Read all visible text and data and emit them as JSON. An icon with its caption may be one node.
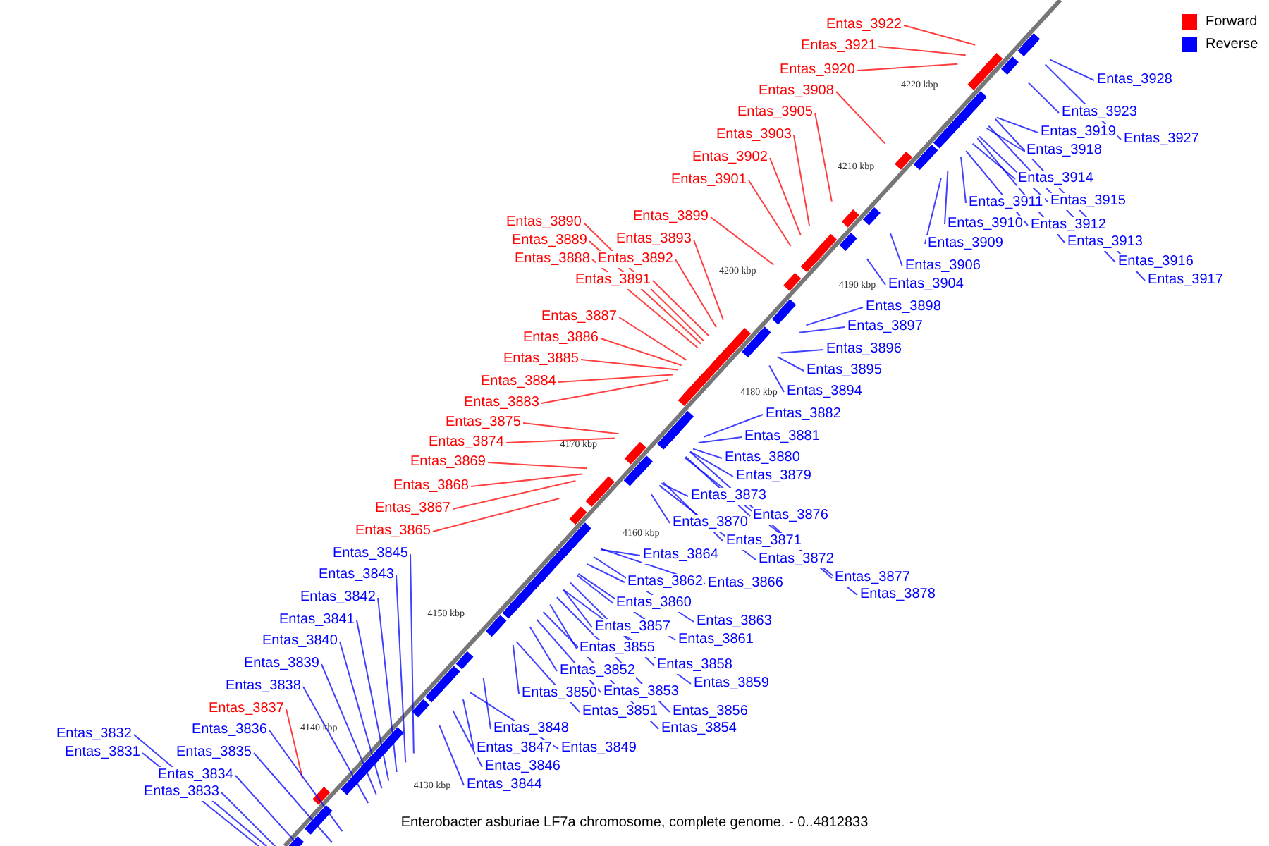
{
  "diagram": {
    "caption": "Enterobacter asburiae LF7a chromosome, complete genome. - 0..4812833",
    "nodes": [
      {
        "text": [
          "Entas_3922"
        ]
      },
      {
        "text": [
          "Entas_3921"
        ]
      },
      {
        "text": [
          "Entas_3920"
        ]
      },
      {
        "text": [
          "Entas_3908"
        ]
      },
      {
        "text": [
          "Entas_3905"
        ]
      },
      {
        "text": [
          "Entas_3903"
        ]
      },
      {
        "text": [
          "Entas_3902"
        ]
      },
      {
        "text": [
          "Entas_3901"
        ]
      },
      {
        "text": [
          "Entas_3899"
        ]
      },
      {
        "text": [
          "Entas_3893"
        ]
      },
      {
        "text": [
          "Entas_3892"
        ]
      },
      {
        "text": [
          "Entas_3891"
        ]
      },
      {
        "text": [
          "Entas_3890"
        ]
      },
      {
        "text": [
          "Entas_3889"
        ]
      },
      {
        "text": [
          "Entas_3888"
        ]
      },
      {
        "text": [
          "Entas_3887"
        ]
      },
      {
        "text": [
          "Entas_3886"
        ]
      },
      {
        "text": [
          "Entas_3885"
        ]
      },
      {
        "text": [
          "Entas_3884"
        ]
      },
      {
        "text": [
          "Entas_3883"
        ]
      },
      {
        "text": [
          "Entas_3875"
        ]
      },
      {
        "text": [
          "Entas_3874"
        ]
      },
      {
        "text": [
          "Entas_3869"
        ]
      },
      {
        "text": [
          "Entas_3868"
        ]
      },
      {
        "text": [
          "Entas_3867"
        ]
      },
      {
        "text": [
          "Entas_3865"
        ]
      },
      {
        "text": [
          "Entas_3837"
        ]
      },
      {
        "text": [
          "Entas_3928"
        ]
      },
      {
        "text": [
          "Entas_3923"
        ]
      },
      {
        "text": [
          "Entas_3919"
        ]
      },
      {
        "text": [
          "Entas_3927"
        ]
      },
      {
        "text": [
          "Entas_3918"
        ]
      },
      {
        "text": [
          "Entas_3914"
        ]
      },
      {
        "text": [
          "Entas_3915"
        ]
      },
      {
        "text": [
          "Entas_3911"
        ]
      },
      {
        "text": [
          "Entas_3912"
        ]
      },
      {
        "text": [
          "Entas_3910"
        ]
      },
      {
        "text": [
          "Entas_3909"
        ]
      },
      {
        "text": [
          "Entas_3913"
        ]
      },
      {
        "text": [
          "Entas_3916"
        ]
      },
      {
        "text": [
          "Entas_3917"
        ]
      },
      {
        "text": [
          "Entas_3906"
        ]
      },
      {
        "text": [
          "Entas_3904"
        ]
      },
      {
        "text": [
          "Entas_3898"
        ]
      },
      {
        "text": [
          "Entas_3897"
        ]
      },
      {
        "text": [
          "Entas_3896"
        ]
      },
      {
        "text": [
          "Entas_3895"
        ]
      },
      {
        "text": [
          "Entas_3894"
        ]
      },
      {
        "text": [
          "Entas_3882"
        ]
      },
      {
        "text": [
          "Entas_3881"
        ]
      },
      {
        "text": [
          "Entas_3880"
        ]
      },
      {
        "text": [
          "Entas_3879"
        ]
      },
      {
        "text": [
          "Entas_3876"
        ]
      },
      {
        "text": [
          "Entas_3873"
        ]
      },
      {
        "text": [
          "Entas_3870"
        ]
      },
      {
        "text": [
          "Entas_3871"
        ]
      },
      {
        "text": [
          "Entas_3872"
        ]
      },
      {
        "text": [
          "Entas_3877"
        ]
      },
      {
        "text": [
          "Entas_3878"
        ]
      },
      {
        "text": [
          "Entas_3864"
        ]
      },
      {
        "text": [
          "Entas_3866"
        ]
      },
      {
        "text": [
          "Entas_3862"
        ]
      },
      {
        "text": [
          "Entas_3860"
        ]
      },
      {
        "text": [
          "Entas_3863"
        ]
      },
      {
        "text": [
          "Entas_3861"
        ]
      },
      {
        "text": [
          "Entas_3857"
        ]
      },
      {
        "text": [
          "Entas_3855"
        ]
      },
      {
        "text": [
          "Entas_3858"
        ]
      },
      {
        "text": [
          "Entas_3859"
        ]
      },
      {
        "text": [
          "Entas_3852"
        ]
      },
      {
        "text": [
          "Entas_3853"
        ]
      },
      {
        "text": [
          "Entas_3850"
        ]
      },
      {
        "text": [
          "Entas_3856"
        ]
      },
      {
        "text": [
          "Entas_3851"
        ]
      },
      {
        "text": [
          "Entas_3854"
        ]
      },
      {
        "text": [
          "Entas_3848"
        ]
      },
      {
        "text": [
          "Entas_3847"
        ]
      },
      {
        "text": [
          "Entas_3849"
        ]
      },
      {
        "text": [
          "Entas_3846"
        ]
      },
      {
        "text": [
          "Entas_3844"
        ]
      },
      {
        "text": [
          "Entas_3845"
        ]
      },
      {
        "text": [
          "Entas_3843"
        ]
      },
      {
        "text": [
          "Entas_3842"
        ]
      },
      {
        "text": [
          "Entas_3841"
        ]
      },
      {
        "text": [
          "Entas_3840"
        ]
      },
      {
        "text": [
          "Entas_3839"
        ]
      },
      {
        "text": [
          "Entas_3838"
        ]
      },
      {
        "text": [
          "Entas_3836"
        ]
      },
      {
        "text": [
          "Entas_3835"
        ]
      },
      {
        "text": [
          "Entas_3834"
        ]
      },
      {
        "text": [
          "Entas_3833"
        ]
      },
      {
        "text": [
          "Entas_3832"
        ]
      },
      {
        "text": [
          "Entas_3831"
        ]
      }
    ],
    "edges": [
      {
        "from": 0,
        "to": null,
        "arrow": "none",
        "color": "#ff0000"
      },
      {
        "from": 1,
        "to": null,
        "arrow": "none",
        "color": "#ff0000"
      },
      {
        "from": 2,
        "to": null,
        "arrow": "none",
        "color": "#ff0000"
      },
      {
        "from": 3,
        "to": null,
        "arrow": "none",
        "color": "#ff0000"
      },
      {
        "from": 4,
        "to": null,
        "arrow": "none",
        "color": "#ff0000"
      },
      {
        "from": 5,
        "to": null,
        "arrow": "none",
        "color": "#ff0000"
      },
      {
        "from": 6,
        "to": null,
        "arrow": "none",
        "color": "#ff0000"
      },
      {
        "from": 7,
        "to": null,
        "arrow": "none",
        "color": "#ff0000"
      },
      {
        "from": 8,
        "to": null,
        "arrow": "none",
        "color": "#ff0000"
      },
      {
        "from": 9,
        "to": null,
        "arrow": "none",
        "color": "#ff0000"
      },
      {
        "from": 10,
        "to": null,
        "arrow": "none",
        "color": "#ff0000"
      },
      {
        "from": 11,
        "to": null,
        "arrow": "none",
        "color": "#ff0000"
      },
      {
        "from": 12,
        "to": null,
        "arrow": "none",
        "color": "#ff0000"
      },
      {
        "from": 13,
        "to": null,
        "arrow": "none",
        "color": "#ff0000"
      },
      {
        "from": 14,
        "to": null,
        "arrow": "none",
        "color": "#ff0000"
      },
      {
        "from": 15,
        "to": null,
        "arrow": "none",
        "color": "#ff0000"
      },
      {
        "from": 16,
        "to": null,
        "arrow": "none",
        "color": "#ff0000"
      },
      {
        "from": 17,
        "to": null,
        "arrow": "none",
        "color": "#ff0000"
      },
      {
        "from": 18,
        "to": null,
        "arrow": "none",
        "color": "#ff0000"
      },
      {
        "from": 19,
        "to": null,
        "arrow": "none",
        "color": "#ff0000"
      },
      {
        "from": 20,
        "to": null,
        "arrow": "none",
        "color": "#ff0000"
      },
      {
        "from": 21,
        "to": null,
        "arrow": "none",
        "color": "#ff0000"
      },
      {
        "from": 22,
        "to": null,
        "arrow": "none",
        "color": "#ff0000"
      },
      {
        "from": 23,
        "to": null,
        "arrow": "none",
        "color": "#ff0000"
      },
      {
        "from": 24,
        "to": null,
        "arrow": "none",
        "color": "#ff0000"
      },
      {
        "from": 25,
        "to": null,
        "arrow": "none",
        "color": "#ff0000"
      },
      {
        "from": 26,
        "to": null,
        "arrow": "none",
        "color": "#ff0000"
      },
      {
        "from": 27,
        "to": null,
        "arrow": "none"
      },
      {
        "from": 28,
        "to": null,
        "arrow": "none"
      },
      {
        "from": 29,
        "to": null,
        "arrow": "none"
      },
      {
        "from": 30,
        "to": null,
        "arrow": "none"
      },
      {
        "from": 31,
        "to": null,
        "arrow": "none"
      },
      {
        "from": 32,
        "to": null,
        "arrow": "none"
      },
      {
        "from": 33,
        "to": null,
        "arrow": "none"
      },
      {
        "from": 34,
        "to": null,
        "arrow": "none"
      },
      {
        "from": 35,
        "to": null,
        "arrow": "none"
      },
      {
        "from": 36,
        "to": null,
        "arrow": "none"
      },
      {
        "from": 37,
        "to": null,
        "arrow": "none"
      },
      {
        "from": 38,
        "to": null,
        "arrow": "none"
      },
      {
        "from": 39,
        "to": null,
        "arrow": "none"
      },
      {
        "from": 40,
        "to": null,
        "arrow": "none"
      },
      {
        "from": 41,
        "to": null,
        "arrow": "none"
      },
      {
        "from": 42,
        "to": null,
        "arrow": "none"
      },
      {
        "from": 43,
        "to": null,
        "arrow": "none"
      },
      {
        "from": 44,
        "to": null,
        "arrow": "none"
      },
      {
        "from": 45,
        "to": null,
        "arrow": "none"
      },
      {
        "from": 46,
        "to": null,
        "arrow": "none"
      },
      {
        "from": 47,
        "to": null,
        "arrow": "none"
      },
      {
        "from": 48,
        "to": null,
        "arrow": "none"
      },
      {
        "from": 49,
        "to": null,
        "arrow": "none"
      },
      {
        "from": 50,
        "to": null,
        "arrow": "none"
      },
      {
        "from": 51,
        "to": null,
        "arrow": "none"
      },
      {
        "from": 52,
        "to": null,
        "arrow": "none"
      },
      {
        "from": 53,
        "to": null,
        "arrow": "none"
      },
      {
        "from": 54,
        "to": null,
        "arrow": "none"
      },
      {
        "from": 55,
        "to": null,
        "arrow": "none"
      },
      {
        "from": 56,
        "to": null,
        "arrow": "none"
      },
      {
        "from": 57,
        "to": null,
        "arrow": "none"
      },
      {
        "from": 58,
        "to": null,
        "arrow": "none"
      },
      {
        "from": 59,
        "to": null,
        "arrow": "none"
      },
      {
        "from": 60,
        "to": null,
        "arrow": "none"
      },
      {
        "from": 61,
        "to": null,
        "arrow": "none"
      },
      {
        "from": 62,
        "to": null,
        "arrow": "none"
      },
      {
        "from": 63,
        "to": null,
        "arrow": "none"
      },
      {
        "from": 64,
        "to": null,
        "arrow": "none"
      },
      {
        "from": 65,
        "to": null,
        "arrow": "none"
      },
      {
        "from": 66,
        "to": null,
        "arrow": "none"
      },
      {
        "from": 67,
        "to": null,
        "arrow": "none"
      },
      {
        "from": 68,
        "to": null,
        "arrow": "none"
      },
      {
        "from": 69,
        "to": null,
        "arrow": "none"
      },
      {
        "from": 70,
        "to": null,
        "arrow": "none"
      },
      {
        "from": 71,
        "to": null,
        "arrow": "none"
      },
      {
        "from": 72,
        "to": null,
        "arrow": "none"
      },
      {
        "from": 73,
        "to": null,
        "arrow": "none"
      },
      {
        "from": 74,
        "to": null,
        "arrow": "none"
      },
      {
        "from": 75,
        "to": null,
        "arrow": "none"
      },
      {
        "from": 76,
        "to": null,
        "arrow": "none"
      },
      {
        "from": 77,
        "to": null,
        "arrow": "none"
      },
      {
        "from": 78,
        "to": null,
        "arrow": "none"
      },
      {
        "from": 79,
        "to": null,
        "arrow": "none"
      },
      {
        "from": 80,
        "to": null,
        "arrow": "none"
      },
      {
        "from": 81,
        "to": null,
        "arrow": "none"
      },
      {
        "from": 82,
        "to": null,
        "arrow": "none"
      },
      {
        "from": 83,
        "to": null,
        "arrow": "none"
      },
      {
        "from": 84,
        "to": null,
        "arrow": "none"
      },
      {
        "from": 85,
        "to": null,
        "arrow": "none"
      },
      {
        "from": 86,
        "to": null,
        "arrow": "none"
      },
      {
        "from": 87,
        "to": null,
        "arrow": "none"
      },
      {
        "from": 88,
        "to": null,
        "arrow": "none"
      },
      {
        "from": 89,
        "to": null,
        "arrow": "none"
      },
      {
        "from": 90,
        "to": null,
        "arrow": "none"
      },
      {
        "from": 91,
        "to": null,
        "arrow": "none"
      },
      {
        "from": 92,
        "to": null,
        "arrow": "none"
      }
    ],
    "labels": [
      "4220 kbp",
      "4210 kbp",
      "4200 kbp",
      "4190 kbp",
      "4180 kbp",
      "4170 kbp",
      "4160 kbp",
      "4150 kbp",
      "4140 kbp",
      "4130 kbp"
    ],
    "legend": [
      {
        "text": "Forward",
        "color": "#ff0000"
      },
      {
        "text": "Reverse",
        "color": "#0000ff"
      }
    ]
  }
}
